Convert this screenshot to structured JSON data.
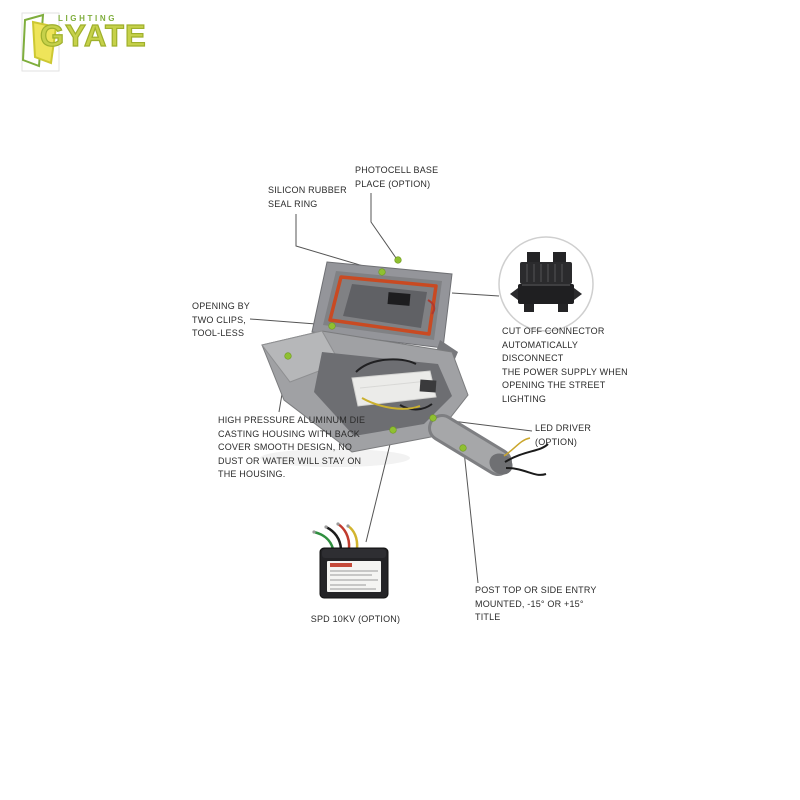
{
  "logo": {
    "tagline": "LIGHTING",
    "brand": "GYATE"
  },
  "callouts": {
    "silicon_seal": "SILICON RUBBER\nSEAL RING",
    "photocell": "PHOTOCELL BASE\nPLACE (OPTION)",
    "cutoff_connector": "CUT OFF CONNECTOR\nAUTOMATICALLY DISCONNECT\nTHE POWER SUPPLY WHEN\nOPENING THE STREET LIGHTING",
    "clips": "OPENING BY\nTWO CLIPS,\nTOOL-LESS",
    "housing": "HIGH PRESSURE ALUMINUM DIE\nCASTING HOUSING WITH BACK\nCOVER SMOOTH DESIGN, NO\nDUST OR WATER WILL STAY ON\nTHE HOUSING.",
    "led_driver": "LED DRIVER\n(OPTION)",
    "spd": "SPD 10KV (OPTION)",
    "post_entry": "POST TOP OR SIDE ENTRY\nMOUNTED, -15° OR +15° TITLE"
  },
  "colors": {
    "accent_green_dot": "#8fc031",
    "seal_ring_orange": "#c94a22",
    "logo_green": "#7fae3d",
    "logo_yellow": "#c6d14a"
  }
}
